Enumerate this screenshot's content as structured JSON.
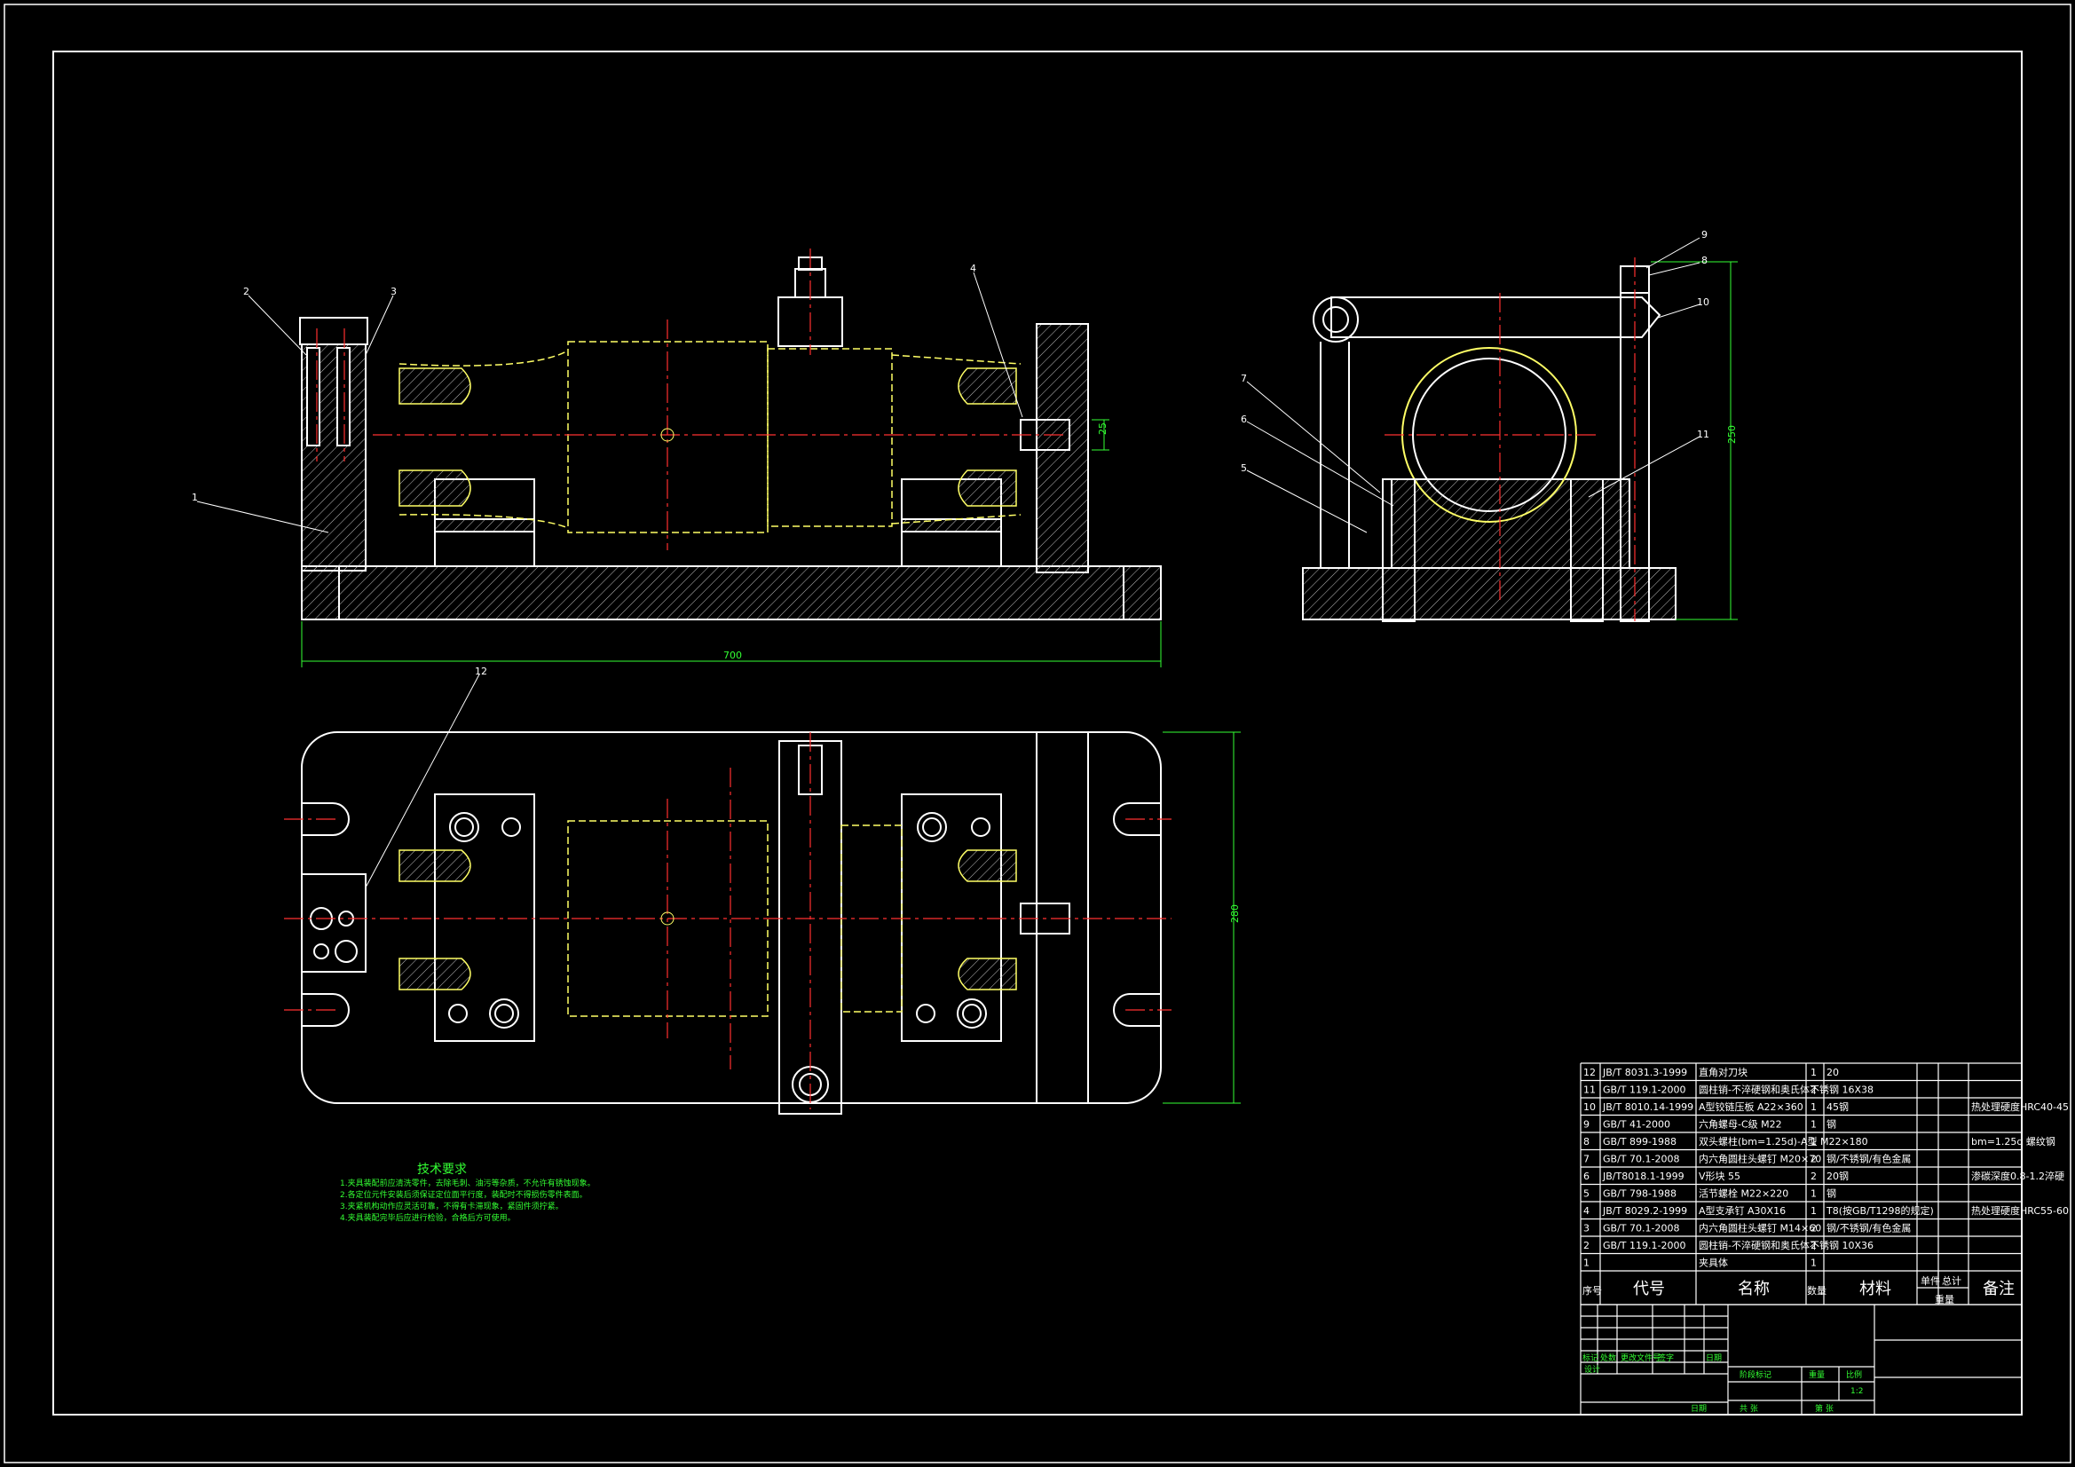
{
  "colors": {
    "background": "#000000",
    "outline": "#ffffff",
    "hidden_lines": "#ffff66",
    "center_lines": "#ff3030",
    "dimensions": "#33ff33",
    "notes": "#33ff33",
    "hatch": "#c8c8c8"
  },
  "tech_notes": {
    "heading": "技术要求",
    "lines": [
      "1.夹具装配前应清洗零件，去除毛刺、油污等杂质，不允许有锈蚀现象。",
      "2.各定位元件安装后须保证定位面平行度，装配时不得损伤零件表面。",
      "3.夹紧机构动作应灵活可靠，不得有卡滞现象，紧固件须拧紧。",
      "4.夹具装配完毕后应进行检验，合格后方可使用。"
    ]
  },
  "dimensions": {
    "front_overall": "700",
    "front_height": "25",
    "side_height": "250",
    "top_width": "280"
  },
  "balloons": {
    "front": [
      "2",
      "3",
      "4",
      "1"
    ],
    "side": [
      "9",
      "8",
      "10",
      "7",
      "6",
      "5",
      "11"
    ],
    "top": [
      "12"
    ]
  },
  "bom": {
    "header": {
      "no": "序号",
      "code": "代号",
      "name": "名称",
      "qty": "数量",
      "material": "材料",
      "unit_weight": "单件",
      "total_weight": "总计",
      "weight": "重量",
      "remarks": "备注"
    },
    "rows": [
      {
        "no": "12",
        "code": "JB/T 8031.3-1999",
        "name": "直角对刀块",
        "qty": "1",
        "material": "20",
        "remarks": ""
      },
      {
        "no": "11",
        "code": "GB/T 119.1-2000",
        "name": "圆柱销-不淬硬钢和奥氏体不锈钢 16X38",
        "qty": "2",
        "material": "",
        "remarks": ""
      },
      {
        "no": "10",
        "code": "JB/T 8010.14-1999",
        "name": "A型铰链压板 A22×360",
        "qty": "1",
        "material": "45钢",
        "remarks": "热处理硬度HRC40-45"
      },
      {
        "no": "9",
        "code": "GB/T 41-2000",
        "name": "六角螺母-C级 M22",
        "qty": "1",
        "material": "钢",
        "remarks": ""
      },
      {
        "no": "8",
        "code": "GB/T 899-1988",
        "name": "双头螺柱(bm=1.25d)-A型 M22×180",
        "qty": "1",
        "material": "",
        "remarks": "bm=1.25d 螺纹钢"
      },
      {
        "no": "7",
        "code": "GB/T 70.1-2008",
        "name": "内六角圆柱头螺钉 M20×70",
        "qty": "2",
        "material": "钢/不锈钢/有色金属",
        "remarks": ""
      },
      {
        "no": "6",
        "code": "JB/T8018.1-1999",
        "name": "V形块 55",
        "qty": "2",
        "material": "20钢",
        "remarks": "渗碳深度0.8-1.2淬硬"
      },
      {
        "no": "5",
        "code": "GB/T 798-1988",
        "name": "活节螺栓 M22×220",
        "qty": "1",
        "material": "钢",
        "remarks": ""
      },
      {
        "no": "4",
        "code": "JB/T 8029.2-1999",
        "name": "A型支承钉 A30X16",
        "qty": "1",
        "material": "T8(按GB/T1298的规定)",
        "remarks": "热处理硬度HRC55-60"
      },
      {
        "no": "3",
        "code": "GB/T 70.1-2008",
        "name": "内六角圆柱头螺钉 M14×60",
        "qty": "2",
        "material": "钢/不锈钢/有色金属",
        "remarks": ""
      },
      {
        "no": "2",
        "code": "GB/T 119.1-2000",
        "name": "圆柱销-不淬硬钢和奥氏体不锈钢 10X36",
        "qty": "2",
        "material": "",
        "remarks": ""
      },
      {
        "no": "1",
        "code": "",
        "name": "夹具体",
        "qty": "1",
        "material": "",
        "remarks": ""
      }
    ]
  },
  "title_block": {
    "revision_labels": [
      "标记",
      "处数",
      "更改文件号",
      "签字",
      "日期"
    ],
    "design": "设计",
    "stage": "阶段标记",
    "weight": "重量",
    "scale": "比例",
    "scale_value": "1:2",
    "sheet_total": "共 张",
    "sheet_no": "第 张",
    "date": "日期"
  }
}
